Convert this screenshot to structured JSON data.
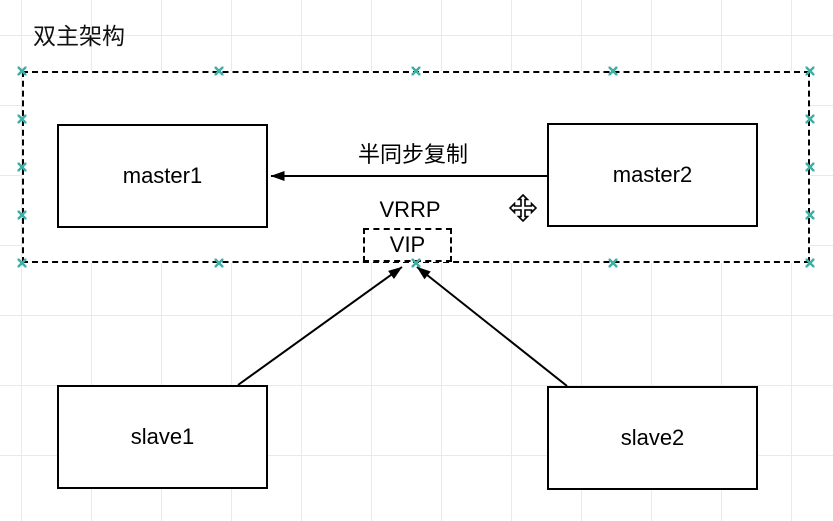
{
  "title": "双主架构",
  "nodes": {
    "master1": {
      "label": "master1"
    },
    "master2": {
      "label": "master2"
    },
    "slave1": {
      "label": "slave1"
    },
    "slave2": {
      "label": "slave2"
    },
    "vip": {
      "label": "VIP"
    }
  },
  "labels": {
    "replication": "半同步复制",
    "vrrp": "VRRP"
  },
  "icons": {
    "move_cursor": "✥",
    "connection_point": "×"
  },
  "colors": {
    "stroke": "#000000",
    "shape_fill": "#ffffff",
    "connection_point": "#3fb0a8",
    "grid_line": "#e9e9e9"
  }
}
